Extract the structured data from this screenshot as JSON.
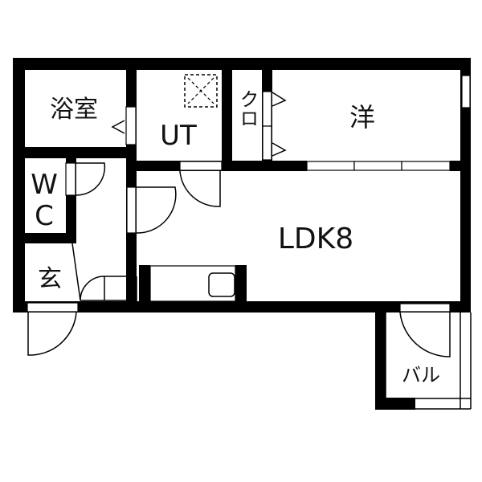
{
  "floorplan": {
    "rooms": {
      "bath": "浴室",
      "utility": "UT",
      "closet": "クロ",
      "western_room": "洋",
      "toilet_w": "W",
      "toilet_c": "C",
      "entrance": "玄",
      "ldk": "LDK8",
      "balcony": "バル"
    }
  }
}
